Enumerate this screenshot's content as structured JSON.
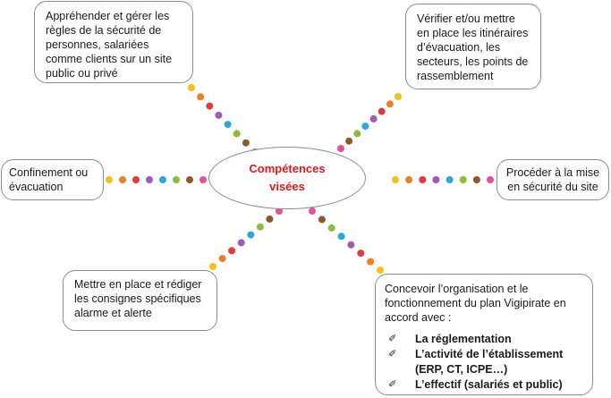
{
  "center": {
    "label": "Compétences visées"
  },
  "boxes": {
    "top_left": "Appréhender et gérer les règles de la sécurité de personnes, salariées comme clients sur un site public ou privé",
    "top_right": "Vérifier et/ou mettre en place les itinéraires d’évacuation, les secteurs, les points de rassemblement",
    "left": "Confinement ou évacuation",
    "right": "Procéder à la mise en sécurité du site",
    "bottom_left": "Mettre en place et rédiger les consignes spécifiques alarme et alerte",
    "bottom_right": {
      "intro": "Concevoir l’organisation et le fonctionnement du plan Vigipirate en accord avec :",
      "items": [
        "La réglementation",
        "L’activité de l’établissement (ERP, CT, ICPE…)",
        "L’effectif (salariés et public)"
      ],
      "bullet_icon": "pencil-icon"
    }
  },
  "dot_colors": [
    "#f6c21a",
    "#f07c24",
    "#e03a3e",
    "#a05ab0",
    "#2aa9d8",
    "#8cbd3a",
    "#8c5a2b",
    "#e84f9b"
  ]
}
